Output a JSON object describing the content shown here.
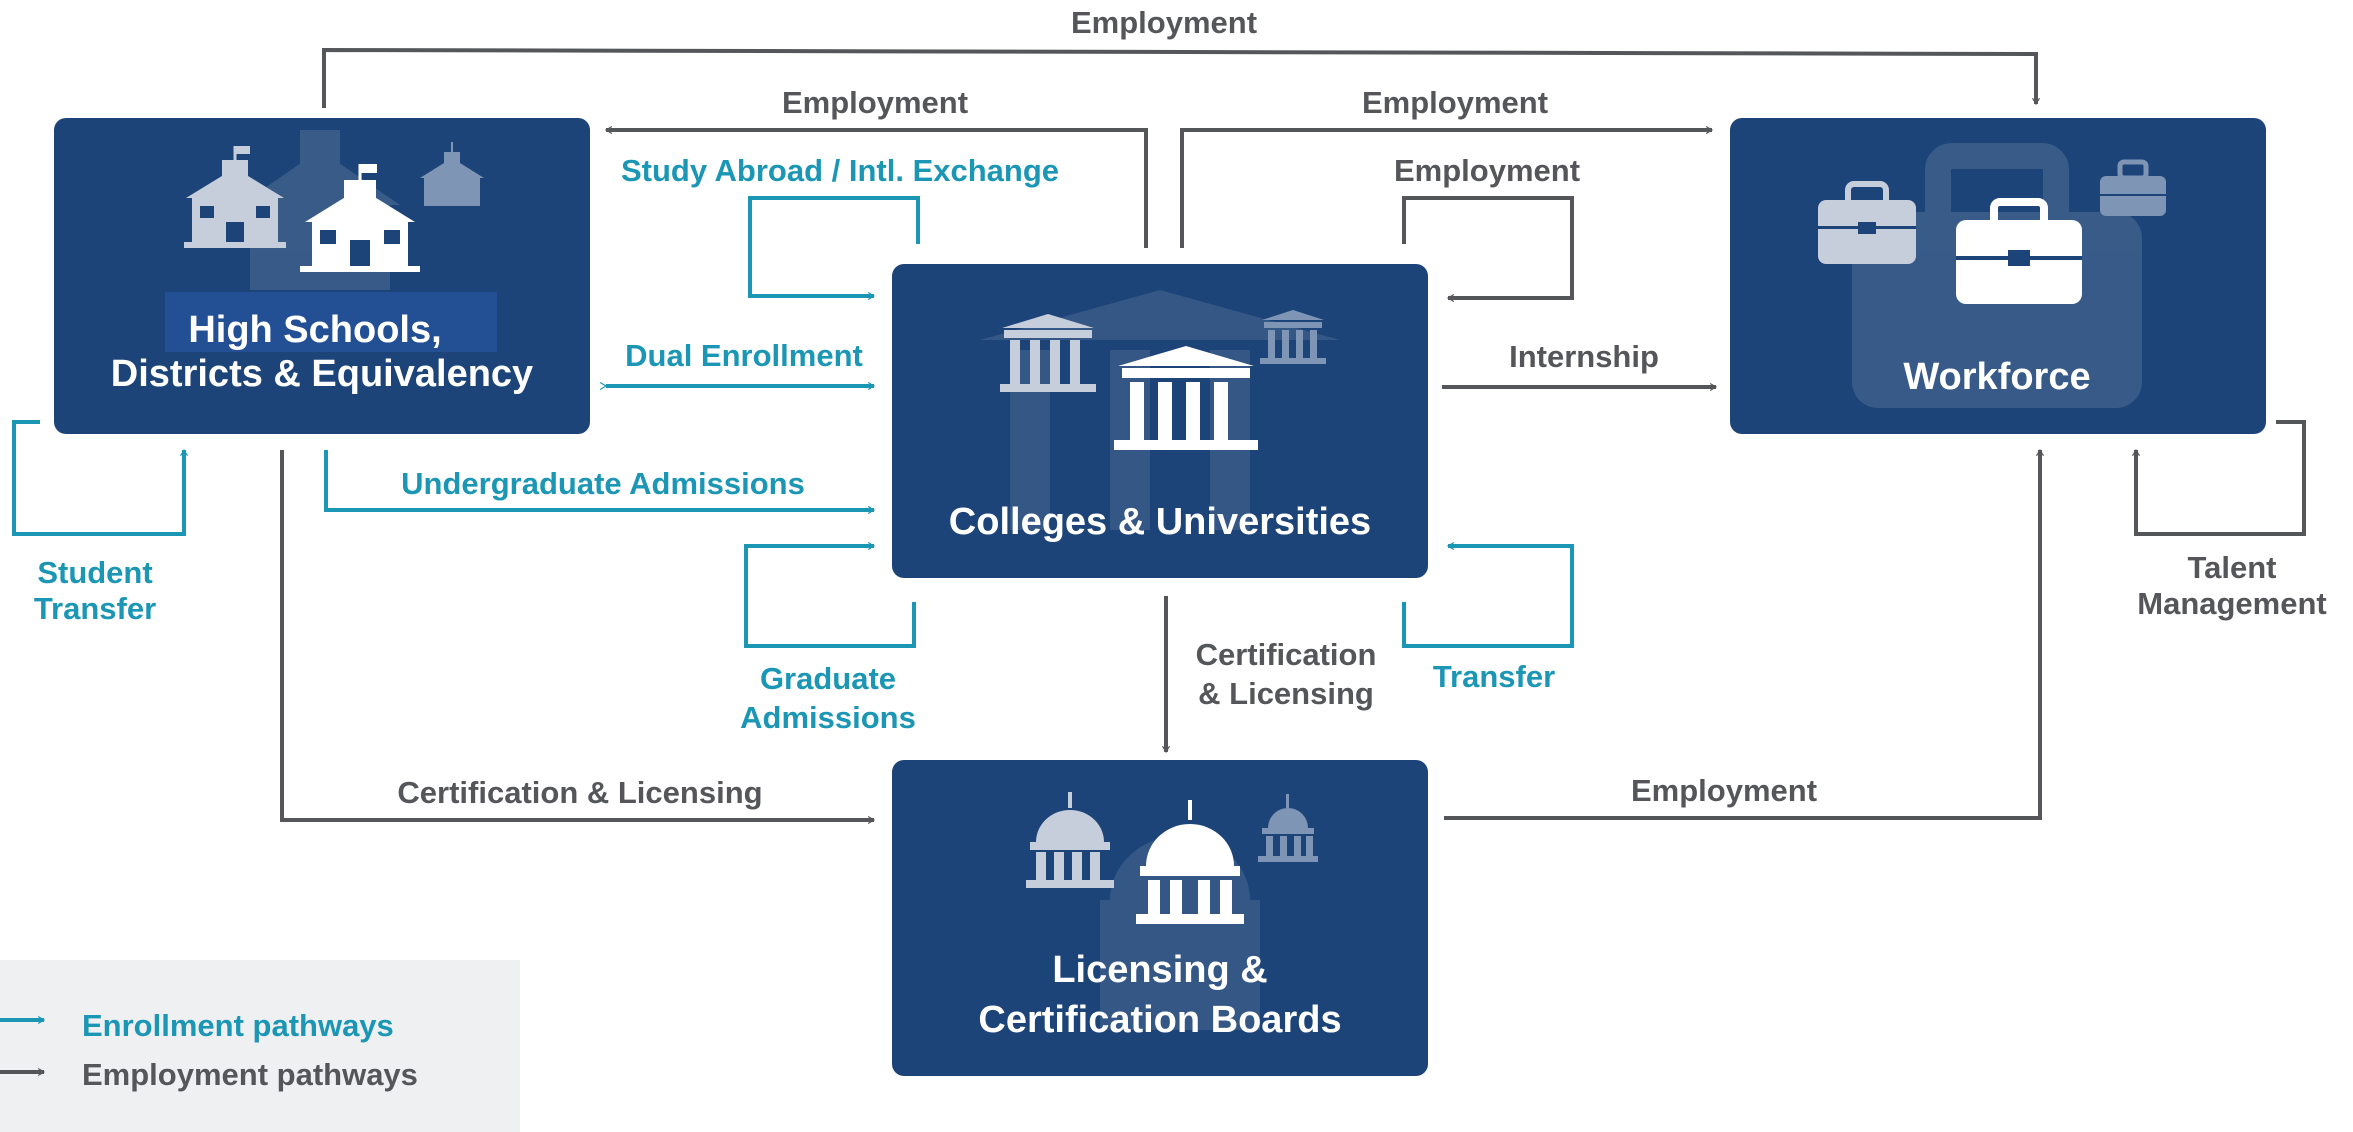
{
  "colors": {
    "node_fill": "#1d4478",
    "enrollment": "#1b96b5",
    "employment": "#55565a",
    "legend_bg": "#eef0f1"
  },
  "nodes": {
    "high_schools": {
      "line1": "High Schools,",
      "line2": "Districts & Equivalency",
      "icon": "schoolhouse-icon"
    },
    "colleges": {
      "label": "Colleges & Universities",
      "icon": "university-icon"
    },
    "workforce": {
      "label": "Workforce",
      "icon": "briefcase-icon"
    },
    "boards": {
      "line1": "Licensing &",
      "line2": "Certification Boards",
      "icon": "capitol-icon"
    }
  },
  "edges": {
    "hs_to_workforce_top": "Employment",
    "colleges_to_hs": "Employment",
    "colleges_to_workforce": "Employment",
    "workforce_to_colleges": "Employment",
    "study_abroad": "Study Abroad / Intl. Exchange",
    "dual_enrollment": "Dual Enrollment",
    "internship": "Internship",
    "undergraduate": "Undergraduate Admissions",
    "graduate_line1": "Graduate",
    "graduate_line2": "Admissions",
    "colleges_cert_line1": "Certification",
    "colleges_cert_line2": "& Licensing",
    "transfer": "Transfer",
    "student_transfer_line1": "Student",
    "student_transfer_line2": "Transfer",
    "talent_line1": "Talent",
    "talent_line2": "Management",
    "hs_certification": "Certification & Licensing",
    "boards_employment": "Employment"
  },
  "legend": {
    "enrollment": "Enrollment pathways",
    "employment": "Employment pathways"
  }
}
